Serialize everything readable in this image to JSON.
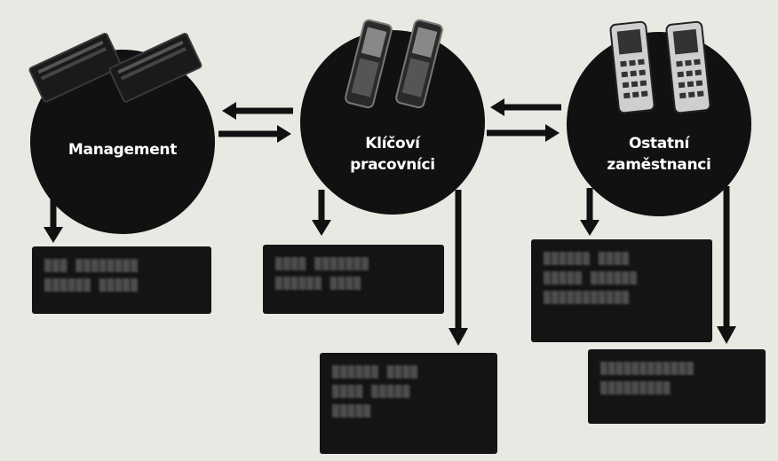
{
  "nodes": {
    "management": {
      "label": "Management",
      "icon": "laptops-icon"
    },
    "key_workers": {
      "label_line1": "Klíčoví",
      "label_line2": "pracovníci",
      "icon": "smartphones-icon"
    },
    "other_staff": {
      "label_line1": "Ostatní",
      "label_line2": "zaměstnanci",
      "icon": "phones-icon"
    }
  },
  "colors": {
    "dark": "#111111",
    "background": "#e9e9e4",
    "box_text": "#9a9a9a"
  }
}
